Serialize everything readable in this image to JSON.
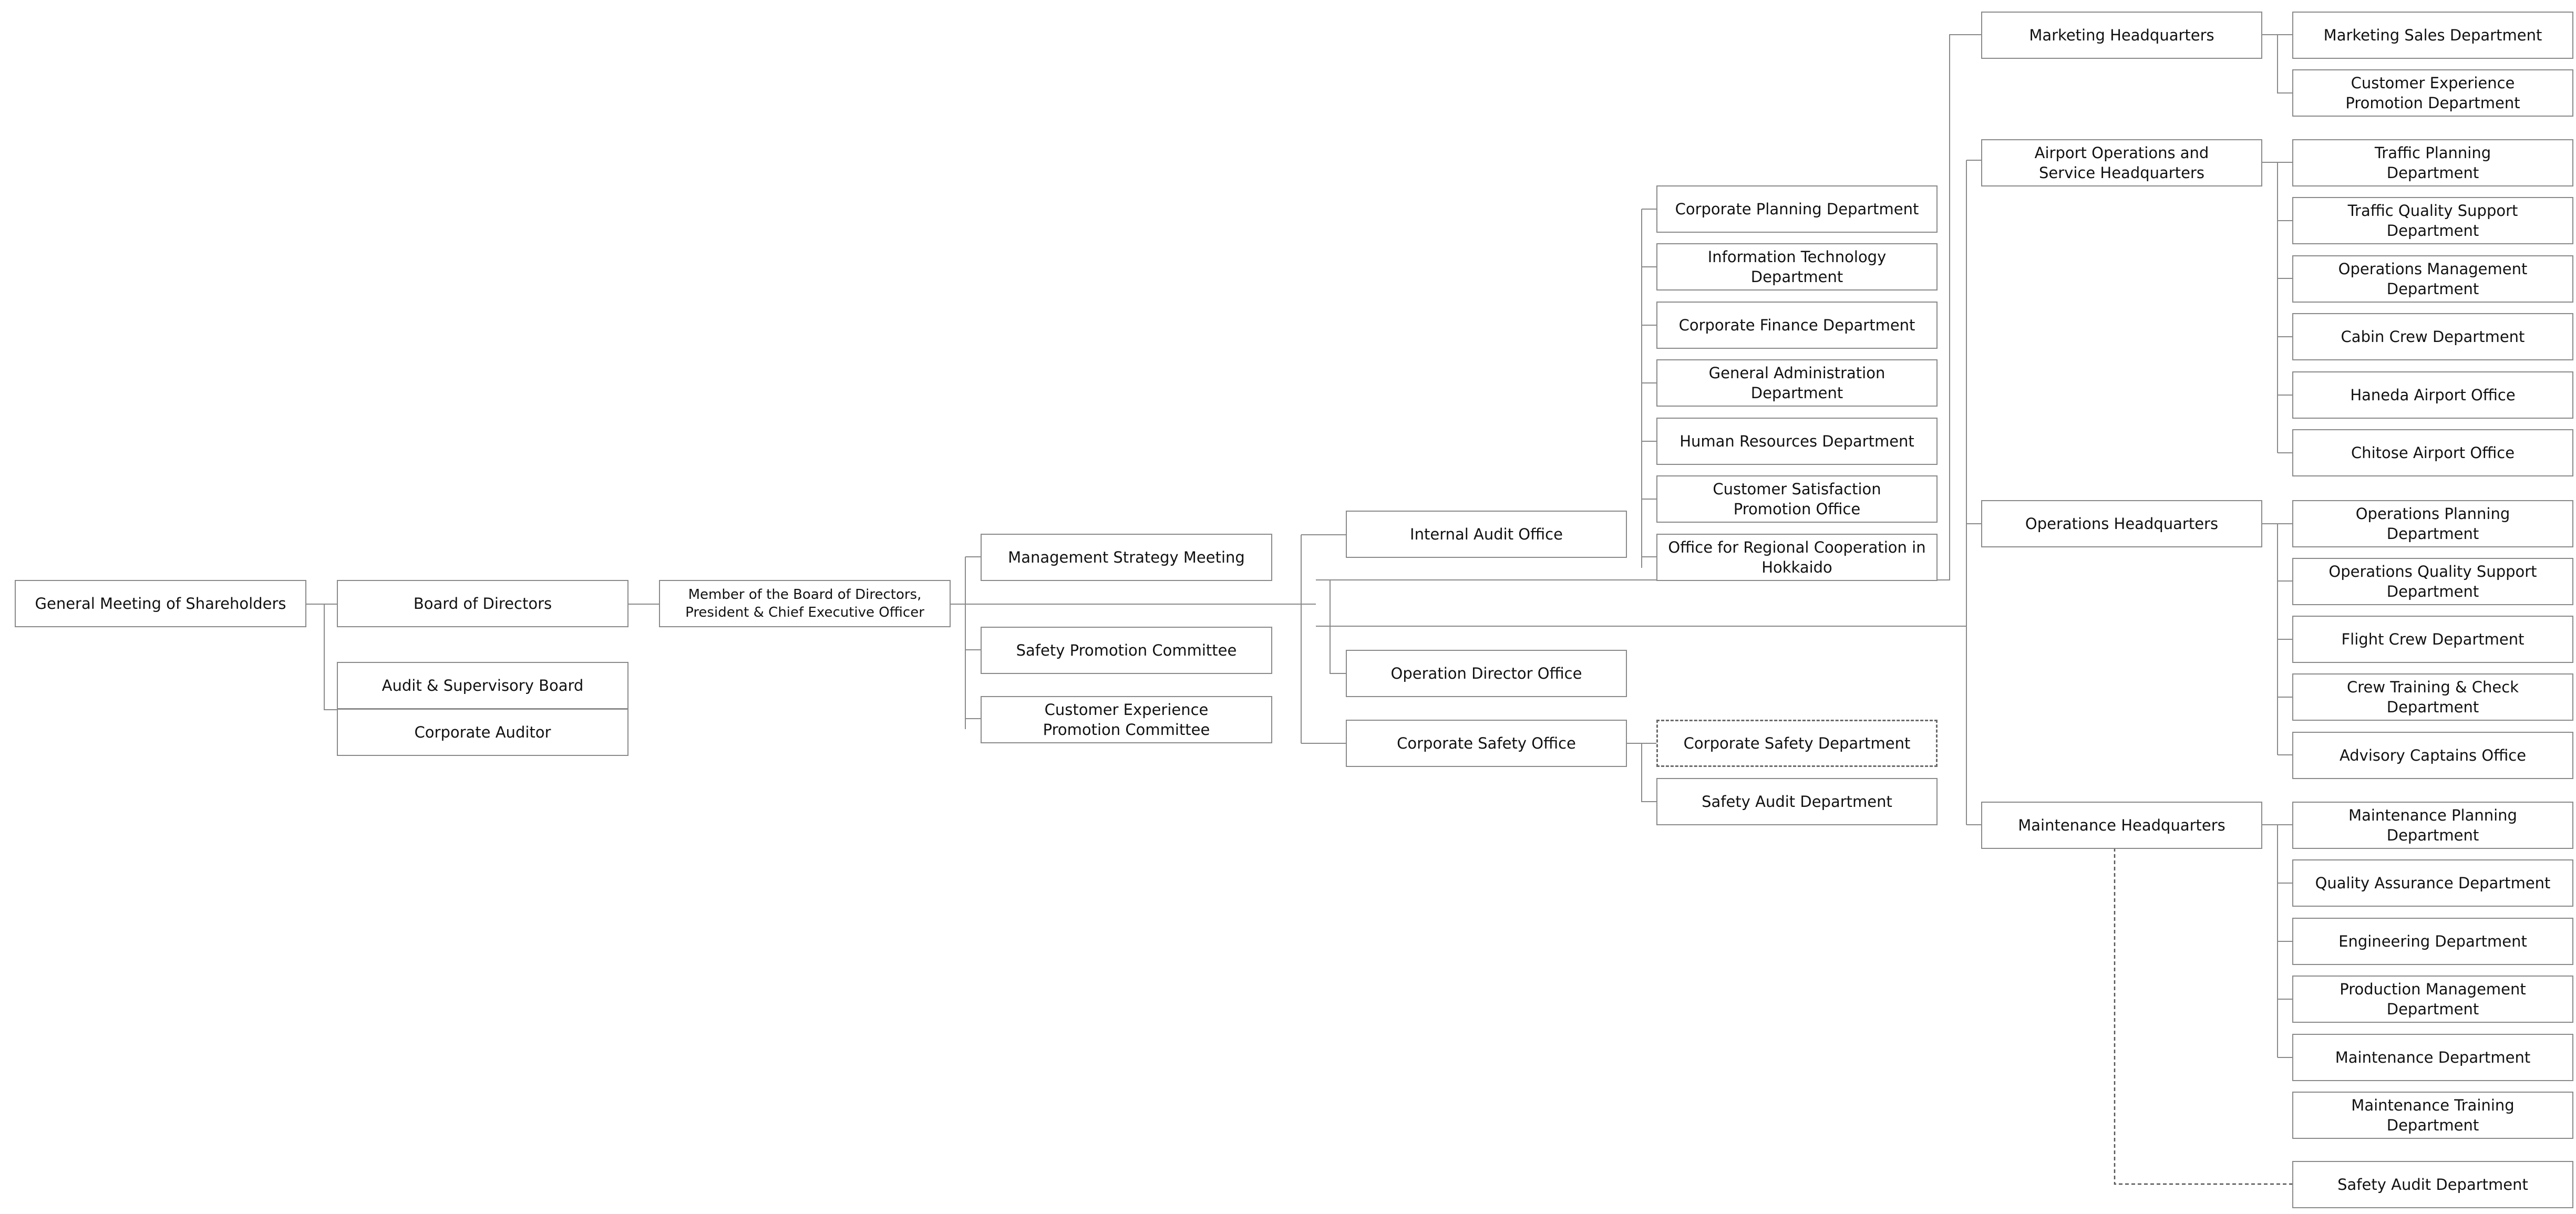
{
  "org_chart": {
    "shareholders": "General Meeting of Shareholders",
    "board": "Board of Directors",
    "audit_board": "Audit & Supervisory Board",
    "corporate_auditor": "Corporate Auditor",
    "president": "Member of the Board of Directors,\nPresident & Chief Executive Officer",
    "management_strategy_meeting": "Management Strategy Meeting",
    "safety_promotion_committee": "Safety Promotion Committee",
    "cx_promotion_committee": "Customer Experience\nPromotion Committee",
    "internal_audit_office": "Internal Audit Office",
    "operation_director_office": "Operation Director Office",
    "corporate_safety_office": "Corporate Safety Office",
    "staff_departments": [
      "Corporate Planning Department",
      "Information Technology\nDepartment",
      "Corporate Finance Department",
      "General Administration\nDepartment",
      "Human Resources Department",
      "Customer Satisfaction\nPromotion Office",
      "Office for Regional Cooperation in\nHokkaido"
    ],
    "safety_departments": [
      "Corporate Safety Department",
      "Safety Audit Department"
    ],
    "headquarters": [
      {
        "name": "Marketing Headquarters",
        "departments": [
          "Marketing Sales Department",
          "Customer Experience\nPromotion Department"
        ]
      },
      {
        "name": "Airport Operations and\nService Headquarters",
        "departments": [
          "Traffic Planning\nDepartment",
          "Traffic Quality Support\nDepartment",
          "Operations Management\nDepartment",
          "Cabin Crew Department",
          "Haneda Airport Office",
          "Chitose Airport Office"
        ]
      },
      {
        "name": "Operations Headquarters",
        "departments": [
          "Operations Planning\nDepartment",
          "Operations Quality Support\nDepartment",
          "Flight Crew Department",
          "Crew Training & Check\nDepartment",
          "Advisory Captains Office"
        ]
      },
      {
        "name": "Maintenance Headquarters",
        "departments": [
          "Maintenance Planning\nDepartment",
          "Quality Assurance Department",
          "Engineering Department",
          "Production Management\nDepartment",
          "Maintenance Department",
          "Maintenance Training\nDepartment"
        ]
      }
    ],
    "maintenance_safety_audit": "Safety Audit Department"
  }
}
